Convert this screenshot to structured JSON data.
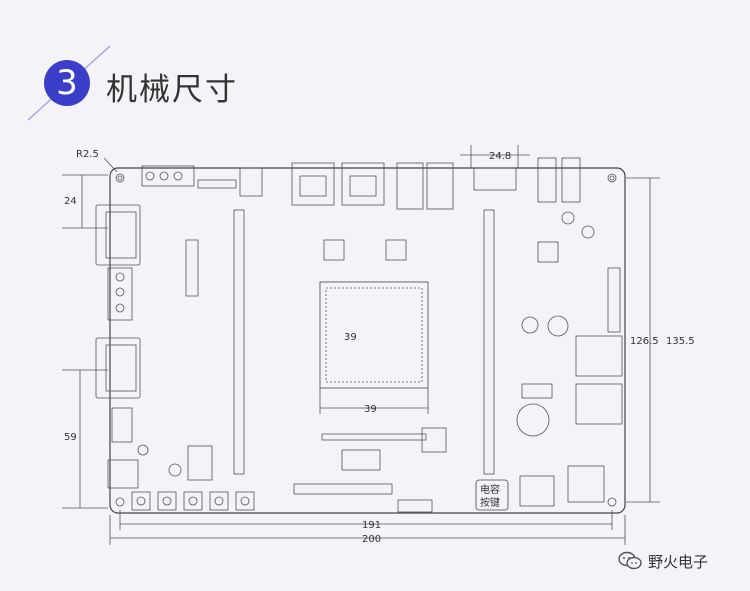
{
  "header": {
    "section_number": "3",
    "section_title": "机械尺寸",
    "accent_color": "#3a3ec8"
  },
  "drawing": {
    "dimensions": {
      "radius": "R2.5",
      "top_width": "24.8",
      "left_upper": "24",
      "left_lower": "59",
      "right_a": "126.5",
      "right_b": "135.5",
      "chip_v": "39",
      "chip_h": "39",
      "bottom_inner": "191",
      "bottom_outer": "200"
    },
    "button_label": [
      "电容",
      "按键"
    ],
    "line_color": "#555555"
  },
  "watermark": {
    "icon": "wechat-icon",
    "text": "野火电子"
  }
}
